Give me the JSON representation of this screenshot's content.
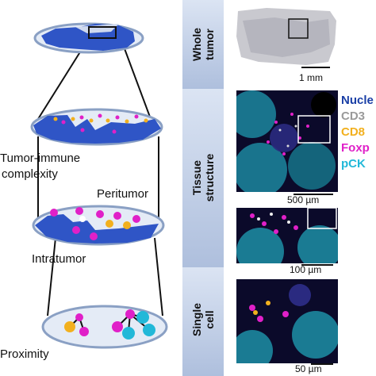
{
  "left_labels": {
    "tumor_immune": "Tumor-immune",
    "complexity": "complexity",
    "peritumor": "Peritumor",
    "intratumor": "Intratumor",
    "proximity": "Proximity"
  },
  "bands": [
    {
      "line1": "Whole",
      "line2": "tumor"
    },
    {
      "line1": "Tissue",
      "line2": "structure"
    },
    {
      "line1": "Single",
      "line2": "cell"
    }
  ],
  "scale_bars": [
    "1 mm",
    "500 µm",
    "100 µm",
    "50 µm"
  ],
  "legend": [
    {
      "label": "Nucle",
      "color": "#1a3fa6"
    },
    {
      "label": "CD3",
      "color": "#9a9a9a"
    },
    {
      "label": "CD8",
      "color": "#f2b01e"
    },
    {
      "label": "Foxp",
      "color": "#e020c8"
    },
    {
      "label": "pCK",
      "color": "#22b8d8"
    }
  ]
}
